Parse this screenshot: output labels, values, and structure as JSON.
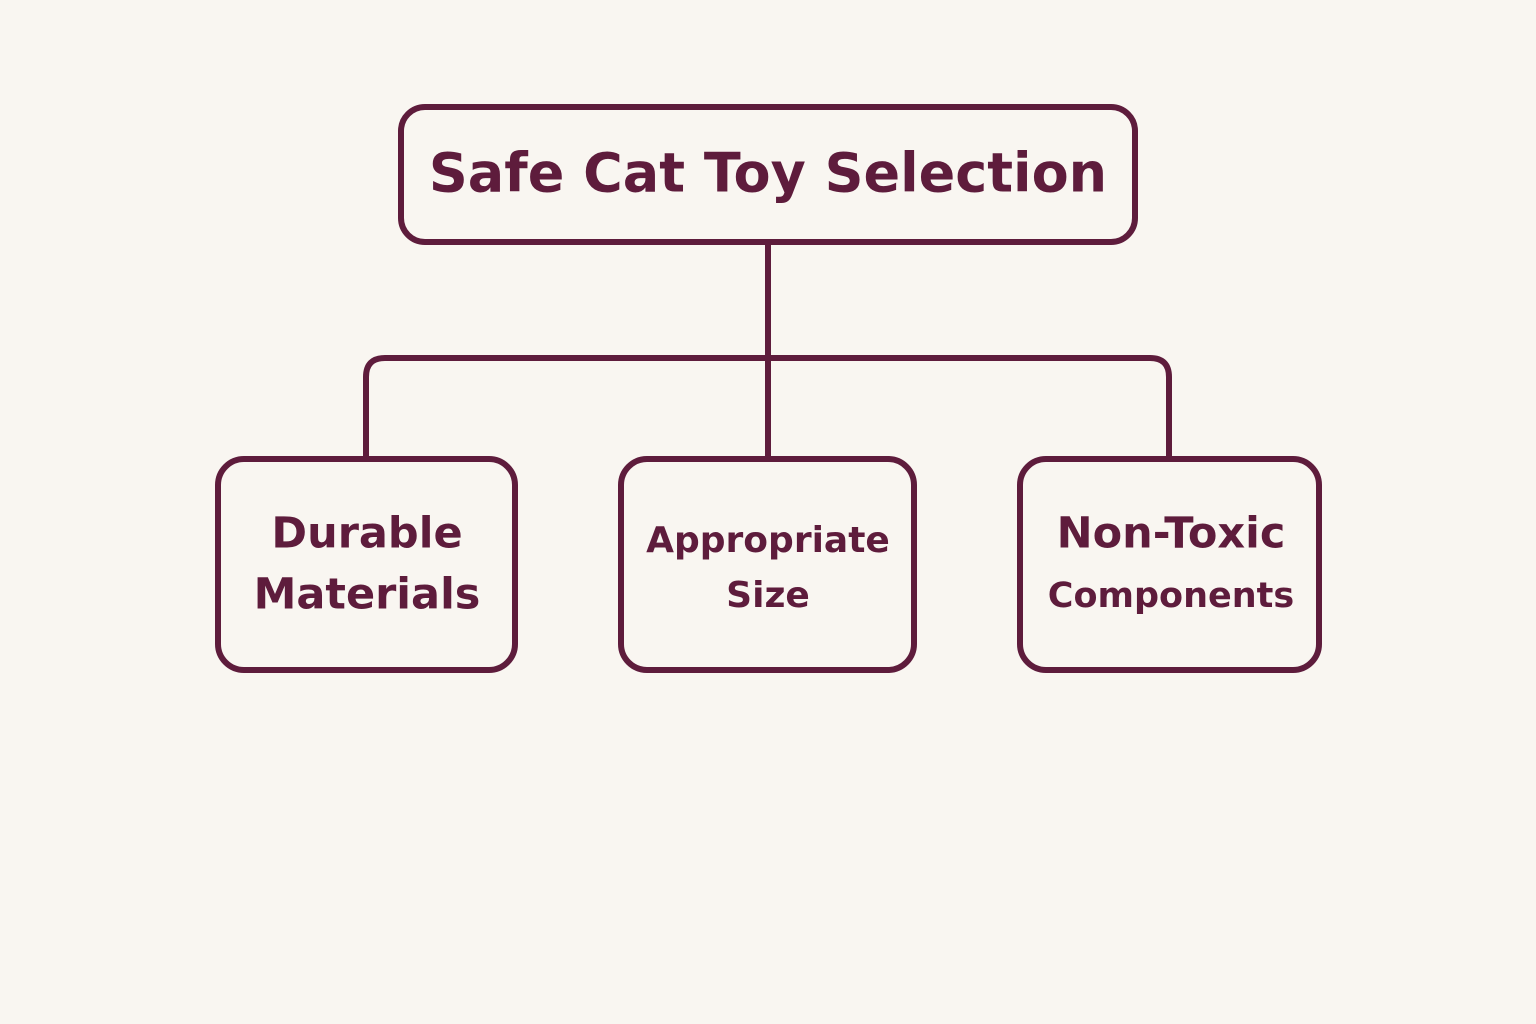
{
  "colors": {
    "background": "#f9f6f1",
    "stroke": "#5e1c3c",
    "text": "#5e1c3c"
  },
  "root": {
    "label": "Safe Cat Toy Selection"
  },
  "children": [
    {
      "line1": "Durable",
      "line2": "Materials"
    },
    {
      "line1": "Appropriate",
      "line2": "Size"
    },
    {
      "line1": "Non-Toxic",
      "line2": "Components"
    }
  ]
}
